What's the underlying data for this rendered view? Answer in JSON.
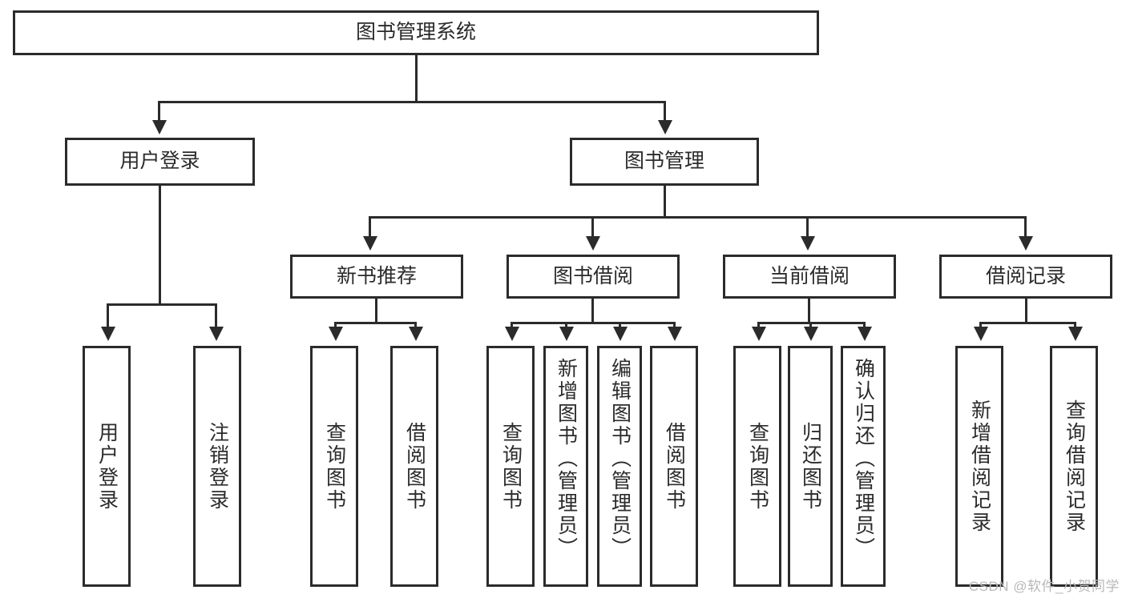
{
  "diagram": {
    "type": "hierarchy-tree",
    "title": "图书管理系统",
    "levels": {
      "root": {
        "label": "图书管理系统"
      },
      "level2": [
        {
          "label": "用户登录"
        },
        {
          "label": "图书管理"
        }
      ],
      "level3": [
        {
          "label": "新书推荐"
        },
        {
          "label": "图书借阅"
        },
        {
          "label": "当前借阅"
        },
        {
          "label": "借阅记录"
        }
      ],
      "leaves": {
        "user_login": [
          {
            "label": "用户登录"
          },
          {
            "label": "注销登录"
          }
        ],
        "new_book_recommend": [
          {
            "label": "查询图书"
          },
          {
            "label": "借阅图书"
          }
        ],
        "book_borrow": [
          {
            "label": "查询图书"
          },
          {
            "label": "新增图书（管理员）"
          },
          {
            "label": "编辑图书（管理员）"
          },
          {
            "label": "借阅图书"
          }
        ],
        "current_borrow": [
          {
            "label": "查询图书"
          },
          {
            "label": "归还图书"
          },
          {
            "label": "确认归还（管理员）"
          }
        ],
        "borrow_records": [
          {
            "label": "新增借阅记录"
          },
          {
            "label": "查询借阅记录"
          }
        ]
      }
    }
  },
  "watermark": {
    "text": "CSDN @软件_小贺同学"
  },
  "colors": {
    "stroke": "#2b2b2b",
    "background": "#ffffff",
    "text": "#2b2b2b",
    "watermark": "#b8b8b8"
  }
}
